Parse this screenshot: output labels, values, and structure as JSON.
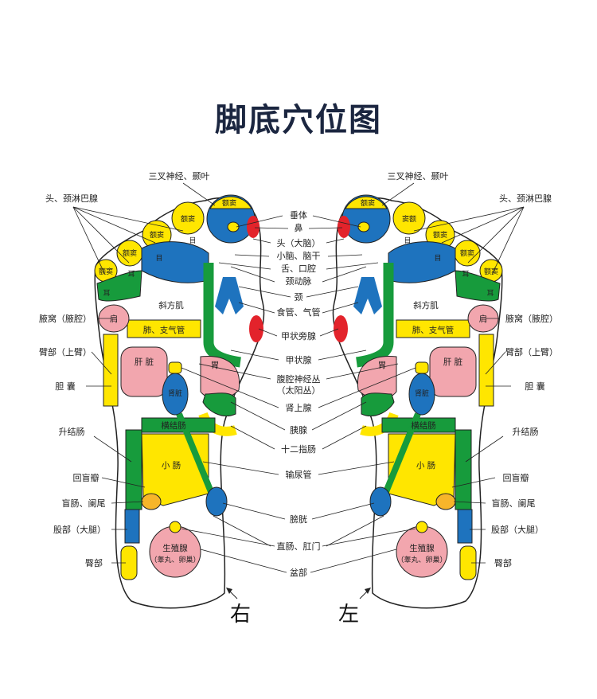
{
  "title": "脚底穴位图",
  "center_labels": [
    "垂体",
    "鼻",
    "头（大脑）",
    "小脑、脑干",
    "舌、口腔",
    "颈动脉",
    "颈",
    "食管、气管",
    "甲状旁腺",
    "甲状腺",
    "腹腔神经丛",
    "（太阳丛）",
    "肾上腺",
    "胰腺",
    "十二指肠",
    "输尿管",
    "膀胱",
    "直肠、肛门",
    "盆部"
  ],
  "left_labels": {
    "trigeminal": "三叉神经、颞叶",
    "head_lymph": "头、颈淋巴腺",
    "armpit": "腋窝（腋腔）",
    "arm": "臂部（上臂）",
    "gallbladder": "胆 囊",
    "ascending_colon": "升结肠",
    "ileocecal": "回盲瓣",
    "cecum": "盲肠、阑尾",
    "thigh": "股部（大腿）",
    "hip": "臀部"
  },
  "right_labels": {
    "trigeminal": "三叉神经、颞叶",
    "head_lymph": "头、颈淋巴腺",
    "armpit": "腋窝（腋腔）",
    "arm": "臂部（上臂）",
    "gallbladder": "胆 囊",
    "ascending_colon": "升结肠",
    "ileocecal": "回盲瓣",
    "cecum": "盲肠、阑尾",
    "thigh": "股部（大腿）",
    "hip": "臀部"
  },
  "zones": {
    "sinus": "额窦",
    "sinus_alt": "窦额",
    "eye": "目",
    "ear": "耳",
    "trapezius": "斜方肌",
    "shoulder": "肩",
    "lung": "肺、支气管",
    "liver": "肝 脏",
    "stomach": "胃",
    "kidney": "肾脏",
    "transverse_colon": "横结肠",
    "small_intestine": "小 肠",
    "gonad": "生殖腺",
    "gonad_sub": "（睾丸、卵巢）"
  },
  "foot_labels": {
    "right_foot": "右",
    "left_foot": "左"
  },
  "colors": {
    "blue": "#1e73be",
    "yellow": "#ffe600",
    "green": "#179b3c",
    "pink": "#f2a6ae",
    "red": "#e3232b",
    "orange": "#f7b52a",
    "outline": "#222222"
  }
}
